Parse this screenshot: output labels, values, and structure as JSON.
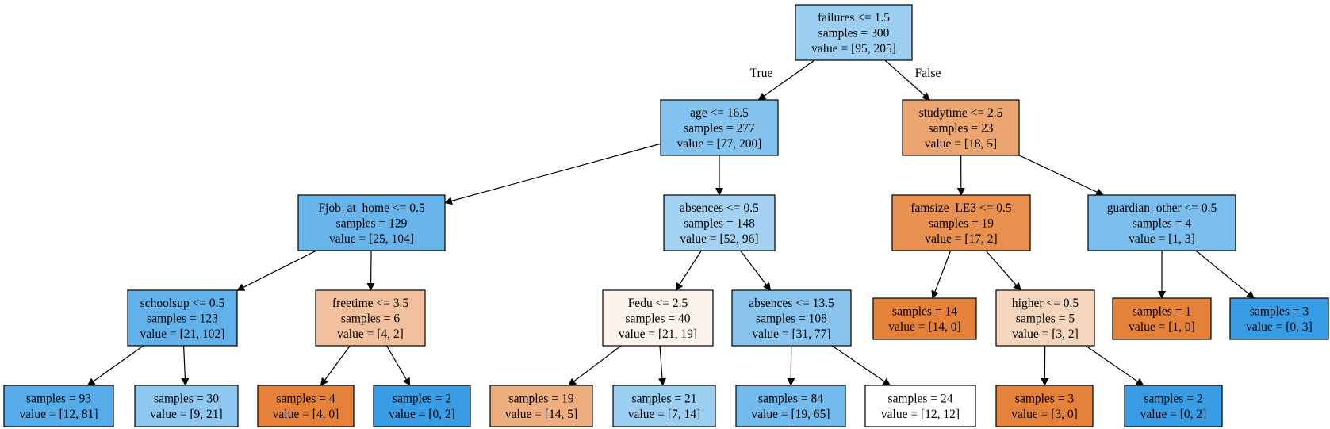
{
  "edge_labels": {
    "true_label": "True",
    "false_label": "False"
  },
  "colors": {
    "orange": "#e58139",
    "blue": "#399de5",
    "edge": "#000000"
  },
  "nodes": [
    {
      "id": "n0",
      "lines": [
        "failures <= 1.5",
        "samples = 300",
        "value = [95, 205]"
      ],
      "fill": "#9ccef2"
    },
    {
      "id": "n1",
      "lines": [
        "age <= 16.5",
        "samples = 277",
        "value = [77, 200]"
      ],
      "fill": "#85c3ef"
    },
    {
      "id": "n2",
      "lines": [
        "studytime <= 2.5",
        "samples = 23",
        "value = [18, 5]"
      ],
      "fill": "#eca470"
    },
    {
      "id": "n3",
      "lines": [
        "Fjob_at_home <= 0.5",
        "samples = 129",
        "value = [25, 104]"
      ],
      "fill": "#69b5eb"
    },
    {
      "id": "n4",
      "lines": [
        "absences <= 0.5",
        "samples = 148",
        "value = [52, 96]"
      ],
      "fill": "#a4d2f3"
    },
    {
      "id": "n5",
      "lines": [
        "famsize_LE3 <= 0.5",
        "samples = 19",
        "value = [17, 2]"
      ],
      "fill": "#e89050"
    },
    {
      "id": "n6",
      "lines": [
        "guardian_other <= 0.5",
        "samples = 4",
        "value = [1, 3]"
      ],
      "fill": "#7bbeee"
    },
    {
      "id": "n7",
      "lines": [
        "schoolsup <= 0.5",
        "samples = 123",
        "value = [21, 102]"
      ],
      "fill": "#62b1ea"
    },
    {
      "id": "n8",
      "lines": [
        "freetime <= 3.5",
        "samples = 6",
        "value = [4, 2]"
      ],
      "fill": "#f2c09c"
    },
    {
      "id": "n9",
      "lines": [
        "Fedu <= 2.5",
        "samples = 40",
        "value = [21, 19]"
      ],
      "fill": "#fdf3ec"
    },
    {
      "id": "n10",
      "lines": [
        "absences <= 13.5",
        "samples = 108",
        "value = [31, 77]"
      ],
      "fill": "#89c4ef"
    },
    {
      "id": "n11",
      "lines": [
        "samples = 14",
        "value = [14, 0]"
      ],
      "fill": "#e58139"
    },
    {
      "id": "n12",
      "lines": [
        "higher <= 0.5",
        "samples = 5",
        "value = [3, 2]"
      ],
      "fill": "#f6d5bd"
    },
    {
      "id": "n13",
      "lines": [
        "samples = 1",
        "value = [1, 0]"
      ],
      "fill": "#e58139"
    },
    {
      "id": "n14",
      "lines": [
        "samples = 3",
        "value = [0, 3]"
      ],
      "fill": "#399de5"
    },
    {
      "id": "n15",
      "lines": [
        "samples = 93",
        "value = [12, 81]"
      ],
      "fill": "#56ace9"
    },
    {
      "id": "n16",
      "lines": [
        "samples = 30",
        "value = [9, 21]"
      ],
      "fill": "#8ec7f0"
    },
    {
      "id": "n17",
      "lines": [
        "samples = 4",
        "value = [4, 0]"
      ],
      "fill": "#e58139"
    },
    {
      "id": "n18",
      "lines": [
        "samples = 2",
        "value = [0, 2]"
      ],
      "fill": "#399de5"
    },
    {
      "id": "n19",
      "lines": [
        "samples = 19",
        "value = [14, 5]"
      ],
      "fill": "#eeae80"
    },
    {
      "id": "n20",
      "lines": [
        "samples = 21",
        "value = [7, 14]"
      ],
      "fill": "#9ccef2"
    },
    {
      "id": "n21",
      "lines": [
        "samples = 84",
        "value = [19, 65]"
      ],
      "fill": "#73baed"
    },
    {
      "id": "n22",
      "lines": [
        "samples = 24",
        "value = [12, 12]"
      ],
      "fill": "#ffffff"
    },
    {
      "id": "n23",
      "lines": [
        "samples = 3",
        "value = [3, 0]"
      ],
      "fill": "#e58139"
    },
    {
      "id": "n24",
      "lines": [
        "samples = 2",
        "value = [0, 2]"
      ],
      "fill": "#399de5"
    }
  ],
  "edges": [
    [
      "n0",
      "n1"
    ],
    [
      "n0",
      "n2"
    ],
    [
      "n1",
      "n3"
    ],
    [
      "n1",
      "n4"
    ],
    [
      "n2",
      "n5"
    ],
    [
      "n2",
      "n6"
    ],
    [
      "n3",
      "n7"
    ],
    [
      "n3",
      "n8"
    ],
    [
      "n4",
      "n9"
    ],
    [
      "n4",
      "n10"
    ],
    [
      "n5",
      "n11"
    ],
    [
      "n5",
      "n12"
    ],
    [
      "n6",
      "n13"
    ],
    [
      "n6",
      "n14"
    ],
    [
      "n7",
      "n15"
    ],
    [
      "n7",
      "n16"
    ],
    [
      "n8",
      "n17"
    ],
    [
      "n8",
      "n18"
    ],
    [
      "n9",
      "n19"
    ],
    [
      "n9",
      "n20"
    ],
    [
      "n10",
      "n21"
    ],
    [
      "n10",
      "n22"
    ],
    [
      "n12",
      "n23"
    ],
    [
      "n12",
      "n24"
    ]
  ]
}
